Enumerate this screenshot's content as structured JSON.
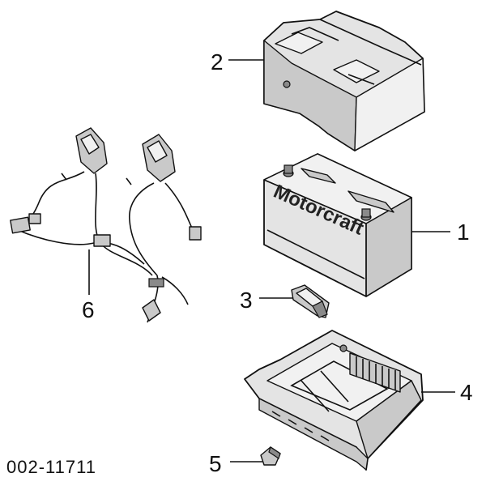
{
  "diagram": {
    "callouts": [
      {
        "id": "1",
        "label": "1"
      },
      {
        "id": "2",
        "label": "2"
      },
      {
        "id": "3",
        "label": "3"
      },
      {
        "id": "4",
        "label": "4"
      },
      {
        "id": "5",
        "label": "5"
      },
      {
        "id": "6",
        "label": "6"
      }
    ],
    "battery_brand": "Motorcraft",
    "figure_number": "002-11711"
  },
  "colors": {
    "line": "#111111",
    "fill_light": "#e4e4e4",
    "fill_shade": "#c9c9c9"
  }
}
